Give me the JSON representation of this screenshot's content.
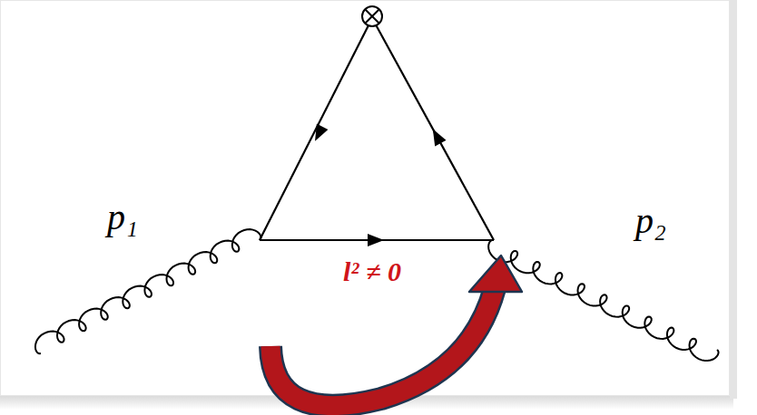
{
  "diagram": {
    "labels": [
      "p₁",
      "p₂",
      "l² ≠ 0"
    ]
  }
}
